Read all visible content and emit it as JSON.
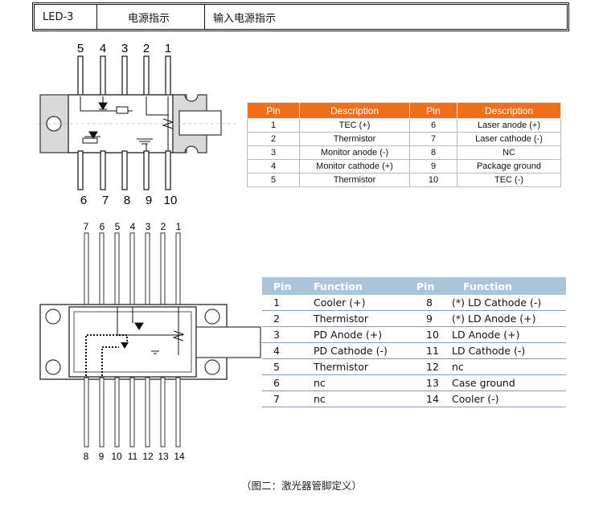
{
  "top_row": {
    "code": "LED-3",
    "name": "电源指示",
    "desc": "输入电源指示"
  },
  "diagram1": {
    "top_pins": [
      "5",
      "4",
      "3",
      "2",
      "1"
    ],
    "bottom_pins": [
      "6",
      "7",
      "8",
      "9",
      "10"
    ]
  },
  "table1": {
    "headers": [
      "Pin",
      "Description",
      "Pin",
      "Description"
    ],
    "rows": [
      [
        "1",
        "TEC (+)",
        "6",
        "Laser anode (+)"
      ],
      [
        "2",
        "Thermistor",
        "7",
        "Laser cathode (-)"
      ],
      [
        "3",
        "Monitor anode (-)",
        "8",
        "NC"
      ],
      [
        "4",
        "Monitor cathode (+)",
        "9",
        "Package ground"
      ],
      [
        "5",
        "Thermistor",
        "10",
        "TEC (-)"
      ]
    ],
    "header_color": "#ef6f1b"
  },
  "diagram2": {
    "top_pins": [
      "7",
      "6",
      "5",
      "4",
      "3",
      "2",
      "1"
    ],
    "bottom_pins": [
      "8",
      "9",
      "10",
      "11",
      "12",
      "13",
      "14"
    ]
  },
  "table2": {
    "headers": [
      "Pin",
      "Function",
      "Pin",
      "Function"
    ],
    "rows": [
      [
        "1",
        "Cooler (+)",
        "8",
        "(*) LD Cathode (-)"
      ],
      [
        "2",
        "Thermistor",
        "9",
        "(*) LD Anode (+)"
      ],
      [
        "3",
        "PD Anode (+)",
        "10",
        "LD Anode (+)"
      ],
      [
        "4",
        "PD Cathode (-)",
        "11",
        "LD Cathode (-)"
      ],
      [
        "5",
        "Thermistor",
        "12",
        "nc"
      ],
      [
        "6",
        "nc",
        "13",
        "Case ground"
      ],
      [
        "7",
        "nc",
        "14",
        "Cooler (-)"
      ]
    ],
    "header_color": "#a9c6dd"
  },
  "caption": "（图二：激光器管脚定义）"
}
